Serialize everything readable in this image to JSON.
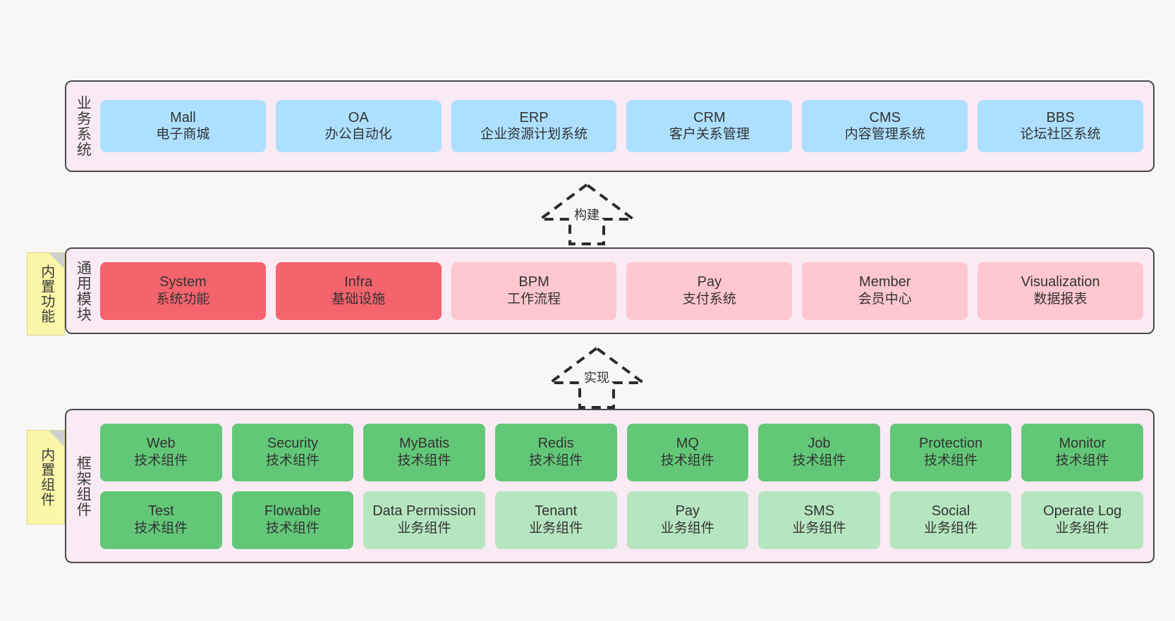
{
  "diagram": {
    "canvas_bg": "#f7f7f5",
    "panel_bg": "#faeaf4",
    "panel_border": "#4a4a4a"
  },
  "layers": [
    {
      "id": "business",
      "title": "业务系统",
      "note": null,
      "rows": [
        [
          {
            "name": "Mall",
            "sub": "电子商城",
            "color": "#ade0ff"
          },
          {
            "name": "OA",
            "sub": "办公自动化",
            "color": "#ade0ff"
          },
          {
            "name": "ERP",
            "sub": "企业资源计划系统",
            "color": "#ade0ff"
          },
          {
            "name": "CRM",
            "sub": "客户关系管理",
            "color": "#ade0ff"
          },
          {
            "name": "CMS",
            "sub": "内容管理系统",
            "color": "#ade0ff"
          },
          {
            "name": "BBS",
            "sub": "论坛社区系统",
            "color": "#ade0ff"
          }
        ]
      ]
    },
    {
      "id": "common",
      "title": "通用模块",
      "note": "内置功能",
      "rows": [
        [
          {
            "name": "System",
            "sub": "系统功能",
            "color": "#f5646c"
          },
          {
            "name": "Infra",
            "sub": "基础设施",
            "color": "#f5646c"
          },
          {
            "name": "BPM",
            "sub": "工作流程",
            "color": "#ffc7cf"
          },
          {
            "name": "Pay",
            "sub": "支付系统",
            "color": "#ffc7cf"
          },
          {
            "name": "Member",
            "sub": "会员中心",
            "color": "#ffc7cf"
          },
          {
            "name": "Visualization",
            "sub": "数据报表",
            "color": "#ffc7cf"
          }
        ]
      ]
    },
    {
      "id": "framework",
      "title": "框架组件",
      "note": "内置组件",
      "rows": [
        [
          {
            "name": "Web",
            "sub": "技术组件",
            "color": "#62c878"
          },
          {
            "name": "Security",
            "sub": "技术组件",
            "color": "#62c878"
          },
          {
            "name": "MyBatis",
            "sub": "技术组件",
            "color": "#62c878"
          },
          {
            "name": "Redis",
            "sub": "技术组件",
            "color": "#62c878"
          },
          {
            "name": "MQ",
            "sub": "技术组件",
            "color": "#62c878"
          },
          {
            "name": "Job",
            "sub": "技术组件",
            "color": "#62c878"
          },
          {
            "name": "Protection",
            "sub": "技术组件",
            "color": "#62c878"
          },
          {
            "name": "Monitor",
            "sub": "技术组件",
            "color": "#62c878"
          }
        ],
        [
          {
            "name": "Test",
            "sub": "技术组件",
            "color": "#62c878"
          },
          {
            "name": "Flowable",
            "sub": "技术组件",
            "color": "#62c878"
          },
          {
            "name": "Data Permission",
            "sub": "业务组件",
            "color": "#b6e6bf"
          },
          {
            "name": "Tenant",
            "sub": "业务组件",
            "color": "#b6e6bf"
          },
          {
            "name": "Pay",
            "sub": "业务组件",
            "color": "#b6e6bf"
          },
          {
            "name": "SMS",
            "sub": "业务组件",
            "color": "#b6e6bf"
          },
          {
            "name": "Social",
            "sub": "业务组件",
            "color": "#b6e6bf"
          },
          {
            "name": "Operate Log",
            "sub": "业务组件",
            "color": "#b6e6bf"
          }
        ]
      ]
    }
  ],
  "connectors": [
    {
      "id": "build",
      "label": "构建"
    },
    {
      "id": "impl",
      "label": "实现"
    }
  ]
}
